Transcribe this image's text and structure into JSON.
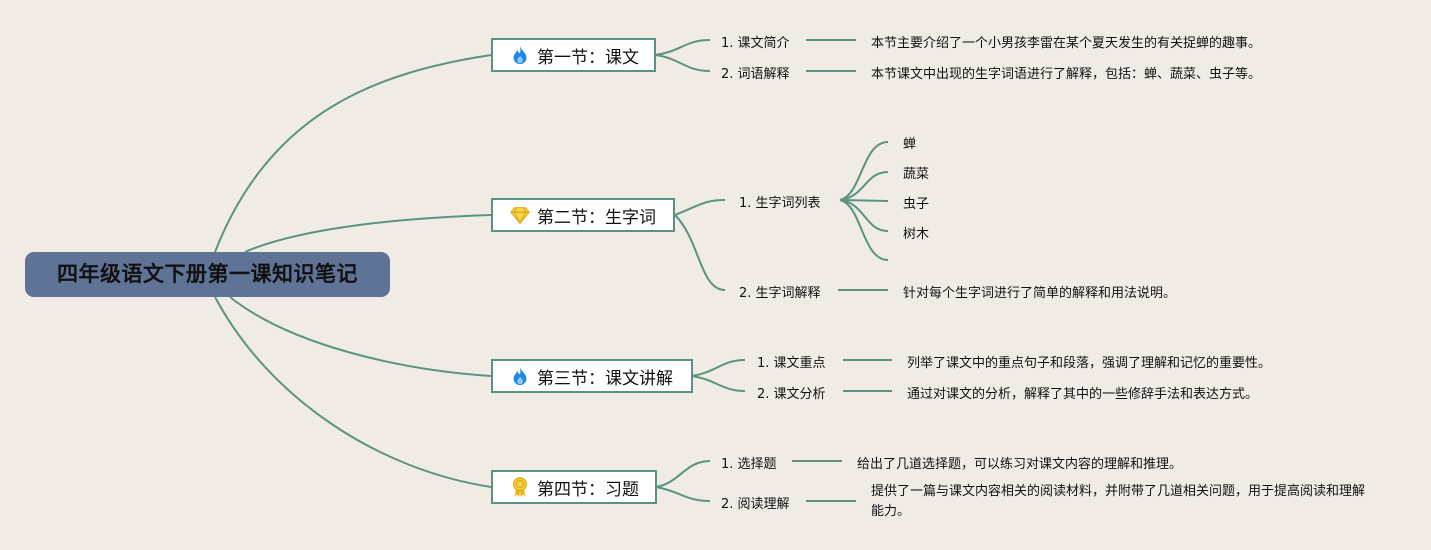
{
  "root": {
    "title": "四年级语文下册第一课知识笔记"
  },
  "sections": [
    {
      "title": "第一节：课文",
      "icon": "flame-icon",
      "items": [
        {
          "label": "1. 课文简介",
          "desc": "本节主要介绍了一个小男孩李雷在某个夏天发生的有关捉蝉的趣事。"
        },
        {
          "label": "2. 词语解释",
          "desc": "本节课文中出现的生字词语进行了解释，包括：蝉、蔬菜、虫子等。"
        }
      ]
    },
    {
      "title": "第二节：生字词",
      "icon": "diamond-icon",
      "items": [
        {
          "label": "1. 生字词列表",
          "words": [
            "蝉",
            "蔬菜",
            "虫子",
            "树木",
            ""
          ]
        },
        {
          "label": "2. 生字词解释",
          "desc": "针对每个生字词进行了简单的解释和用法说明。"
        }
      ]
    },
    {
      "title": "第三节：课文讲解",
      "icon": "flame-icon",
      "items": [
        {
          "label": "1. 课文重点",
          "desc": "列举了课文中的重点句子和段落，强调了理解和记忆的重要性。"
        },
        {
          "label": "2. 课文分析",
          "desc": "通过对课文的分析，解释了其中的一些修辞手法和表达方式。"
        }
      ]
    },
    {
      "title": "第四节：习题",
      "icon": "medal-icon",
      "items": [
        {
          "label": "1. 选择题",
          "desc": "给出了几道选择题，可以练习对课文内容的理解和推理。"
        },
        {
          "label": "2. 阅读理解",
          "desc": "提供了一篇与课文内容相关的阅读材料，并附带了几道相关问题，用于提高阅读和理解能力。"
        }
      ]
    }
  ]
}
